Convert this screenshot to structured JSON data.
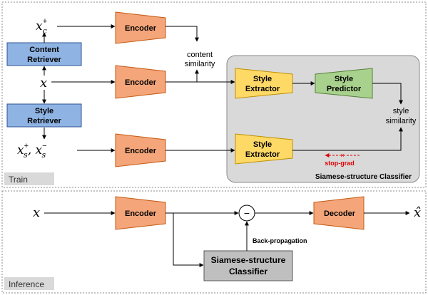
{
  "train": {
    "panel_label": "Train",
    "encoder_label": "Encoder",
    "content_retriever_line1": "Content",
    "content_retriever_line2": "Retriever",
    "style_retriever_line1": "Style",
    "style_retriever_line2": "Retriever",
    "x_c_plus": "x",
    "x_c_plus_sub": "c",
    "x_c_plus_sup": "+",
    "x_input": "x",
    "x_s_pair": "x",
    "x_s_sub": "s",
    "x_s_plus_sup": "+",
    "x_s_comma": ", x",
    "x_s_minus_sup": "−",
    "content_similarity_line1": "content",
    "content_similarity_line2": "similarity",
    "style_similarity_line1": "style",
    "style_similarity_line2": "similarity",
    "style_extractor_line1": "Style",
    "style_extractor_line2": "Extractor",
    "style_predictor_line1": "Style",
    "style_predictor_line2": "Predictor",
    "stop_grad": "stop-grad",
    "siamese_panel_label": "Siamese-structure Classifier"
  },
  "inference": {
    "panel_label": "Inference",
    "x_input": "x",
    "encoder_label": "Encoder",
    "decoder_label": "Decoder",
    "x_hat": "x̂",
    "minus_sign": "−",
    "backprop_label": "Back-propagation",
    "classifier_line1": "Siamese-structure",
    "classifier_line2": "Classifier"
  },
  "colors": {
    "encoder_fill": "#f4a57a",
    "retriever_fill": "#8fb4e3",
    "extractor_fill": "#ffd966",
    "predictor_fill": "#a9d18e",
    "siamese_bg": "#d9d9d9",
    "stop_grad": "#e00000"
  }
}
